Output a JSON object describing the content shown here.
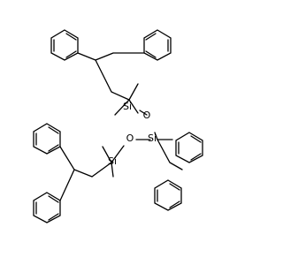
{
  "molecule": {
    "atoms": {
      "si_top": "Si",
      "o_top": "O",
      "si_mid": "Si",
      "o_left": "O",
      "si_left": "Si"
    }
  },
  "colors": {
    "bond": "#000000",
    "label": "#000000",
    "background": "#ffffff"
  }
}
